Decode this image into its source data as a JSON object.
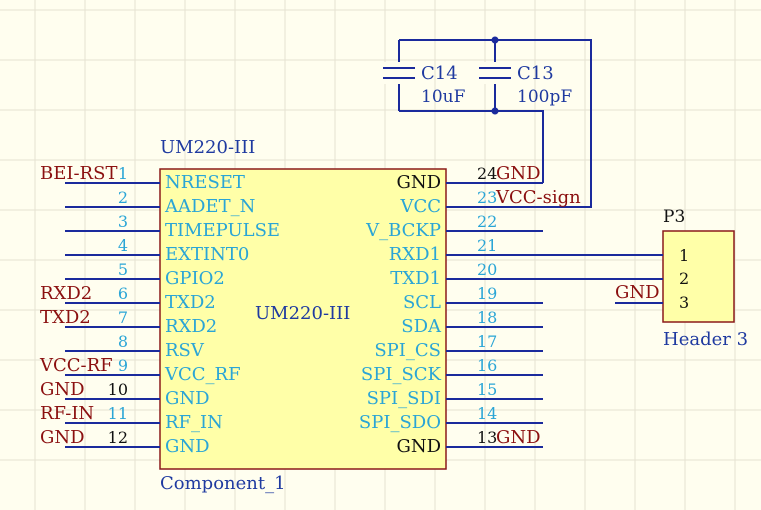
{
  "component": {
    "designator": "UM220-III",
    "body_label": "UM220-III",
    "comment": "Component_1",
    "left_pins": [
      {
        "num": "1",
        "name": "NRESET",
        "net": "BEI-RST"
      },
      {
        "num": "2",
        "name": "AADET_N",
        "net": ""
      },
      {
        "num": "3",
        "name": "TIMEPULSE",
        "net": ""
      },
      {
        "num": "4",
        "name": "EXTINT0",
        "net": ""
      },
      {
        "num": "5",
        "name": "GPIO2",
        "net": ""
      },
      {
        "num": "6",
        "name": "TXD2",
        "net": "RXD2"
      },
      {
        "num": "7",
        "name": "RXD2",
        "net": "TXD2"
      },
      {
        "num": "8",
        "name": "RSV",
        "net": ""
      },
      {
        "num": "9",
        "name": "VCC_RF",
        "net": "VCC-RF"
      },
      {
        "num": "10",
        "name": "GND",
        "net": "GND"
      },
      {
        "num": "11",
        "name": "RF_IN",
        "net": "RF-IN"
      },
      {
        "num": "12",
        "name": "GND",
        "net": "GND"
      }
    ],
    "right_pins": [
      {
        "num": "24",
        "name": "GND",
        "net": "GND"
      },
      {
        "num": "23",
        "name": "VCC",
        "net": "VCC-sign"
      },
      {
        "num": "22",
        "name": "V_BCKP",
        "net": ""
      },
      {
        "num": "21",
        "name": "RXD1",
        "net": ""
      },
      {
        "num": "20",
        "name": "TXD1",
        "net": ""
      },
      {
        "num": "19",
        "name": "SCL",
        "net": ""
      },
      {
        "num": "18",
        "name": "SDA",
        "net": ""
      },
      {
        "num": "17",
        "name": "SPI_CS",
        "net": ""
      },
      {
        "num": "16",
        "name": "SPI_SCK",
        "net": ""
      },
      {
        "num": "15",
        "name": "SPI_SDI",
        "net": ""
      },
      {
        "num": "14",
        "name": "SPI_SDO",
        "net": ""
      },
      {
        "num": "13",
        "name": "GND",
        "net": "GND"
      }
    ]
  },
  "capacitors": [
    {
      "designator": "C14",
      "value": "10uF"
    },
    {
      "designator": "C13",
      "value": "100pF"
    }
  ],
  "header": {
    "designator": "P3",
    "comment": "Header 3",
    "pins": [
      "1",
      "2",
      "3"
    ],
    "pin3_net": "GND"
  },
  "colors": {
    "background": "#fffeef",
    "wire": "#1a2a9c",
    "component_fill": "#ffffa8",
    "component_border": "#8b1a1a",
    "net_label": "#8b1010",
    "pin_text": "#2aa5d6",
    "designator": "#1f3aa0"
  }
}
